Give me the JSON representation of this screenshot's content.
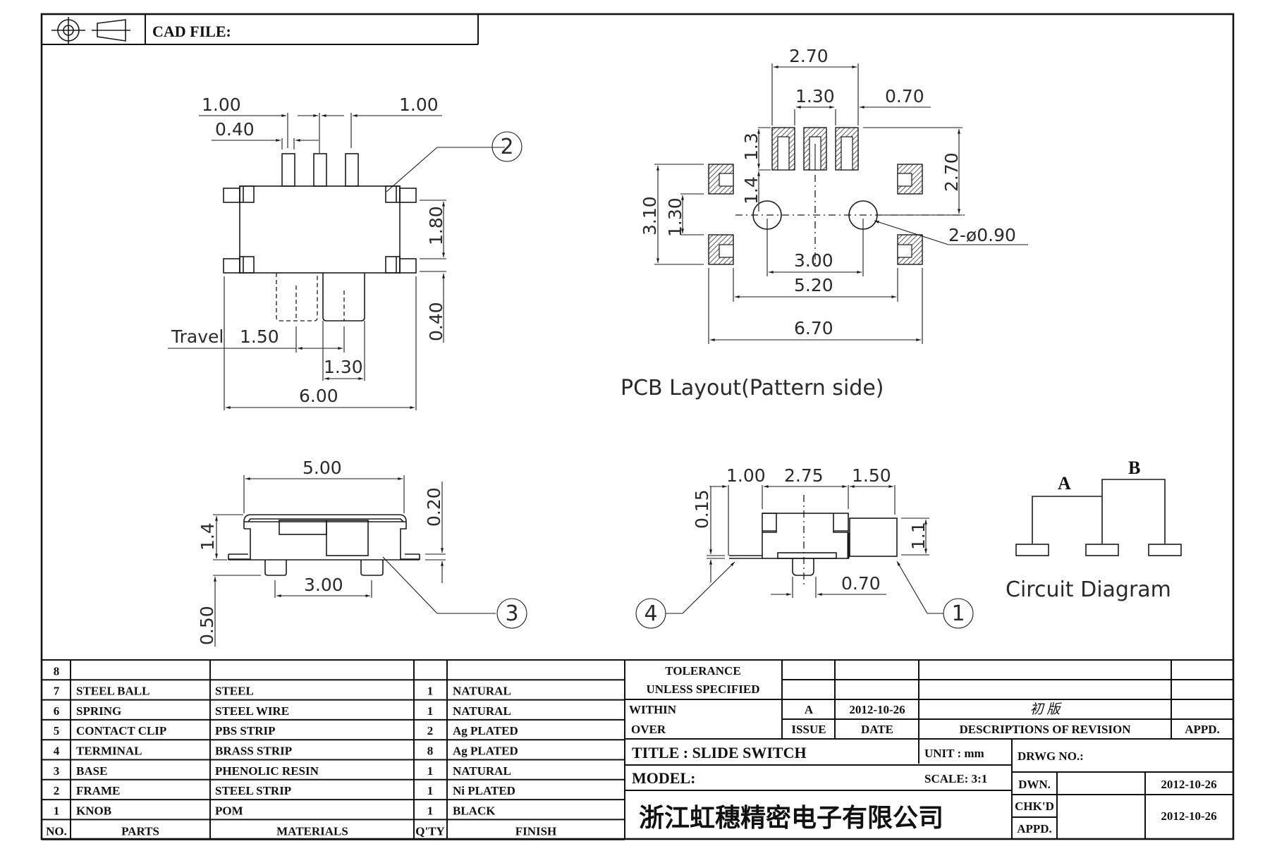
{
  "header": {
    "cad_file_label": "CAD FILE:",
    "projection_symbol": "first-angle-projection-icon"
  },
  "top_view": {
    "dims": {
      "pin_pitch_left": "1.00",
      "pin_width": "0.40",
      "pin_pitch_right": "1.00",
      "body_height": "1.80",
      "lead_offset": "0.40",
      "travel_label": "Travel",
      "travel": "1.50",
      "knob_width": "1.30",
      "overall_width": "6.00"
    },
    "callout": "2"
  },
  "pcb_layout": {
    "title": "PCB Layout(Pattern side)",
    "dims": {
      "pad_span": "2.70",
      "pad_pitch": "1.30",
      "pad_width": "0.70",
      "pad_height": "1.3",
      "pad_to_hole": "1.4",
      "height_right": "2.70",
      "outer_vertical": "3.10",
      "inner_vertical": "1.30",
      "holes": "2-ø0.90",
      "hole_spacing": "3.00",
      "inner_horizontal": "5.20",
      "outer_horizontal": "6.70"
    }
  },
  "front_view": {
    "dims": {
      "width": "5.00",
      "height": "1.4",
      "top_offset": "0.20",
      "peg_spacing": "3.00",
      "peg_height": "0.50"
    },
    "callout": "3"
  },
  "side_view": {
    "dims": {
      "lead": "1.00",
      "body": "2.75",
      "knob": "1.50",
      "lead_thickness": "0.15",
      "knob_height": "1.1",
      "peg_width": "0.70"
    },
    "callouts": [
      "4",
      "1"
    ]
  },
  "circuit": {
    "title": "Circuit Diagram",
    "label_a": "A",
    "label_b": "B"
  },
  "bom": {
    "rows": [
      {
        "no": "8",
        "part": "",
        "material": "",
        "qty": "",
        "finish": ""
      },
      {
        "no": "7",
        "part": "STEEL BALL",
        "material": "STEEL",
        "qty": "1",
        "finish": "NATURAL"
      },
      {
        "no": "6",
        "part": "SPRING",
        "material": "STEEL WIRE",
        "qty": "1",
        "finish": "NATURAL"
      },
      {
        "no": "5",
        "part": "CONTACT CLIP",
        "material": "PBS STRIP",
        "qty": "2",
        "finish": "Ag PLATED"
      },
      {
        "no": "4",
        "part": "TERMINAL",
        "material": "BRASS STRIP",
        "qty": "8",
        "finish": "Ag PLATED"
      },
      {
        "no": "3",
        "part": "BASE",
        "material": "PHENOLIC RESIN",
        "qty": "1",
        "finish": "NATURAL"
      },
      {
        "no": "2",
        "part": "FRAME",
        "material": "STEEL STRIP",
        "qty": "1",
        "finish": "Ni PLATED"
      },
      {
        "no": "1",
        "part": "KNOB",
        "material": "POM",
        "qty": "1",
        "finish": "BLACK"
      }
    ],
    "headers": {
      "no": "NO.",
      "part": "PARTS",
      "material": "MATERIALS",
      "qty": "Q'TY",
      "finish": "FINISH"
    }
  },
  "title_block": {
    "tolerance_line1": "TOLERANCE",
    "tolerance_line2": "UNLESS  SPECIFIED",
    "within": "WITHIN",
    "over": "OVER",
    "revision": {
      "issue": "A",
      "date": "2012-10-26",
      "description": "初 版",
      "appd": ""
    },
    "rev_headers": {
      "issue": "ISSUE",
      "date": "DATE",
      "description": "DESCRIPTIONS OF REVISION",
      "appd": "APPD."
    },
    "title": "TITLE : SLIDE SWITCH",
    "unit": "UNIT :  mm",
    "drwg_no": "DRWG NO.:",
    "model": "MODEL:",
    "scale": "SCALE:  3:1",
    "dwn_label": "DWN.",
    "dwn_date": "2012-10-26",
    "chkd_label": "CHK'D",
    "appd_label": "APPD.",
    "chk_appd_date": "2012-10-26",
    "company": "浙江虹穗精密电子有限公司"
  }
}
